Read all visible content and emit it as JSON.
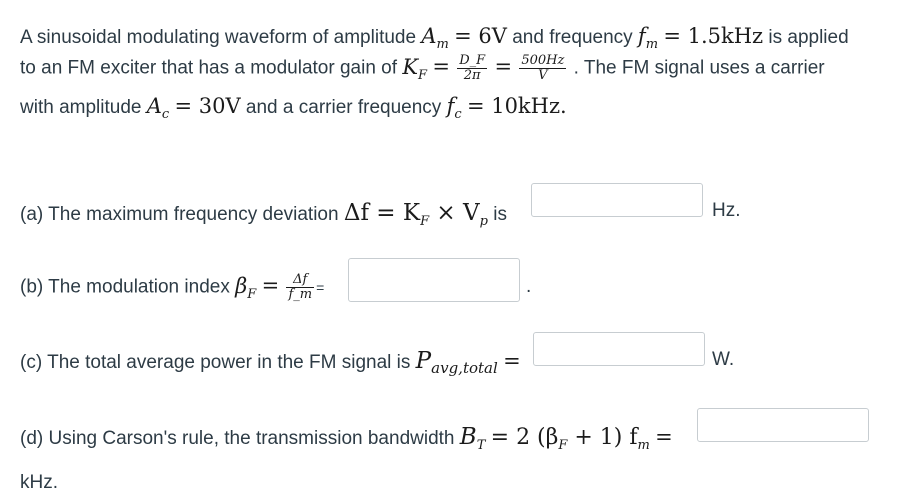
{
  "problem": {
    "line1_a": "A sinusoidal modulating waveform of amplitude",
    "am": "A",
    "am_sub": "m",
    "eq1": "= 6V",
    "line1_b": "and frequency",
    "fm": "f",
    "fm_sub": "m",
    "eq2": "= 1.5kHz",
    "line1_c": "is applied",
    "line2_a": "to an FM exciter that has a modulator gain of",
    "kf": "K",
    "kf_sub": "F",
    "eq3": "=",
    "frac1_num": "D_F",
    "frac1_den": "2π",
    "eq4": "=",
    "frac2_num": "500Hz",
    "frac2_den": "V",
    "line2_b": ". The FM signal uses a carrier",
    "line3_a": "with amplitude",
    "ac": "A",
    "ac_sub": "c",
    "eq5": "= 30V",
    "line3_b": "and a carrier frequency",
    "fc": "f",
    "fc_sub": "c",
    "eq6": "= 10kHz."
  },
  "parts": {
    "a": {
      "text": "(a) The maximum frequency deviation",
      "formula": "Δf = K",
      "formula_sub1": "F",
      "formula_mid": " × V",
      "formula_sub2": "p",
      "is": "is",
      "unit": "Hz.",
      "value": ""
    },
    "b": {
      "text": "(b) The modulation index",
      "beta": "β",
      "beta_sub": "F",
      "eq": "=",
      "frac_num": "Δf",
      "frac_den": "f_m",
      "eq2": "=",
      "after": ".",
      "value": ""
    },
    "c": {
      "text": "(c) The total average power in the FM signal is",
      "p": "P",
      "p_sub": "avg,total",
      "eq": "=",
      "unit": "W.",
      "value": ""
    },
    "d": {
      "text": "(d) Using Carson's rule, the transmission bandwidth",
      "bt": "B",
      "bt_sub": "T",
      "formula": "= 2 (β",
      "formula_sub": "F",
      "formula_mid": " + 1) f",
      "formula_sub2": "m",
      "eq": "=",
      "unit": "kHz.",
      "value": ""
    }
  }
}
